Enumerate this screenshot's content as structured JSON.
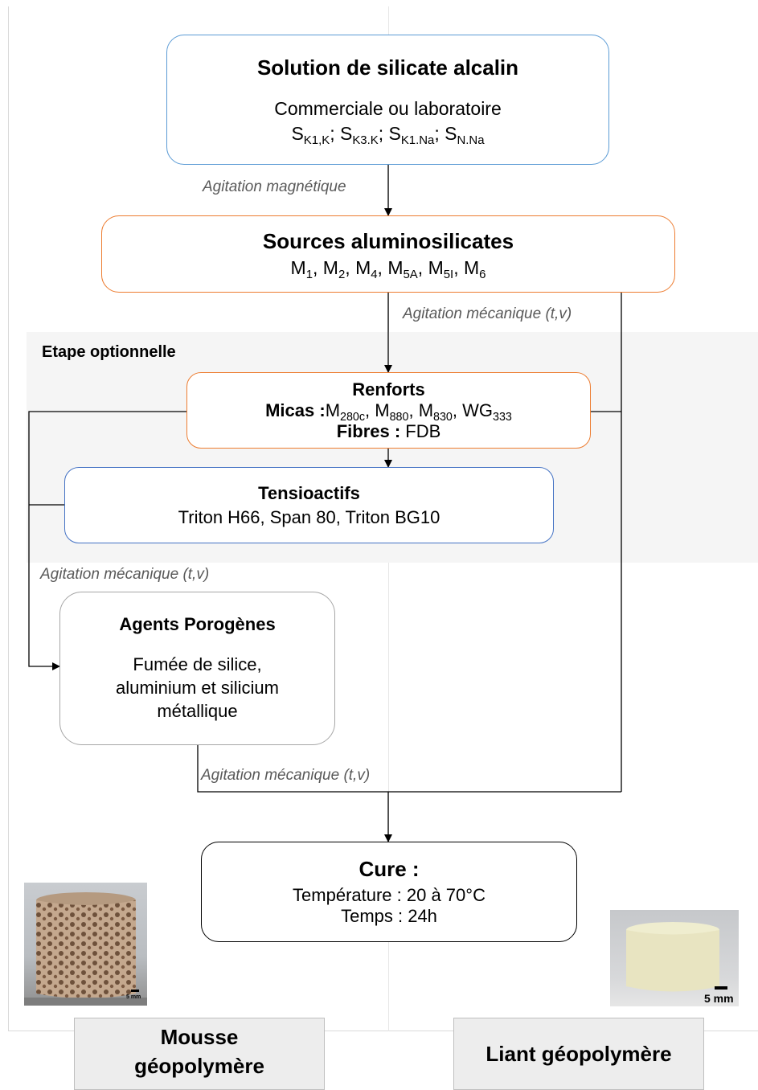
{
  "optional_step": {
    "label": "Etape optionnelle"
  },
  "nodes": {
    "silicate": {
      "title": "Solution de silicate alcalin",
      "line1": "Commerciale ou laboratoire",
      "codes": [
        {
          "base": "S",
          "sub": "K1,K",
          "sep": "; "
        },
        {
          "base": "S",
          "sub": "K3.K",
          "sep": "; "
        },
        {
          "base": "S",
          "sub": "K1.Na",
          "sep": "; "
        },
        {
          "base": "S",
          "sub": "N.Na",
          "sep": ""
        }
      ]
    },
    "alumino": {
      "title": "Sources aluminosilicates",
      "codes": [
        {
          "base": "M",
          "sub": "1",
          "sep": ", "
        },
        {
          "base": "M",
          "sub": "2",
          "sep": ", "
        },
        {
          "base": "M",
          "sub": "4",
          "sep": ", "
        },
        {
          "base": "M",
          "sub": "5A",
          "sep": ", "
        },
        {
          "base": "M",
          "sub": "5I",
          "sep": ", "
        },
        {
          "base": "M",
          "sub": "6",
          "sep": ""
        }
      ]
    },
    "renforts": {
      "title": "Renforts",
      "micas_label": "Micas :",
      "micas_codes": [
        {
          "base": "M",
          "sub": "280c",
          "sep": ", "
        },
        {
          "base": "M",
          "sub": "880",
          "sep": ", "
        },
        {
          "base": "M",
          "sub": "830",
          "sep": ", "
        },
        {
          "base": "WG",
          "sub": "333",
          "sep": ""
        }
      ],
      "fibres_label": "Fibres :",
      "fibres_value": " FDB"
    },
    "tensio": {
      "title": "Tensioactifs",
      "line1": "Triton H66, Span 80, Triton BG10"
    },
    "porogenes": {
      "title": "Agents Porogènes",
      "line1": "Fumée de silice,",
      "line2": "aluminium et silicium",
      "line3": "métallique"
    },
    "cure": {
      "title": "Cure :",
      "line1": "Température : 20 à 70°C",
      "line2": "Temps : 24h"
    }
  },
  "edge_labels": {
    "magnetique": "Agitation magnétique",
    "mecanique_1": "Agitation mécanique (t,v)",
    "mecanique_2": "Agitation mécanique (t,v)",
    "mecanique_3": "Agitation mécanique (t,v)"
  },
  "photos": {
    "mousse": {
      "scale_label": "5 mm"
    },
    "liant": {
      "scale_label": "5 mm"
    }
  },
  "outputs": {
    "mousse": {
      "line1": "Mousse",
      "line2": "géopolymère"
    },
    "liant": {
      "line1": "Liant géopolymère"
    }
  }
}
